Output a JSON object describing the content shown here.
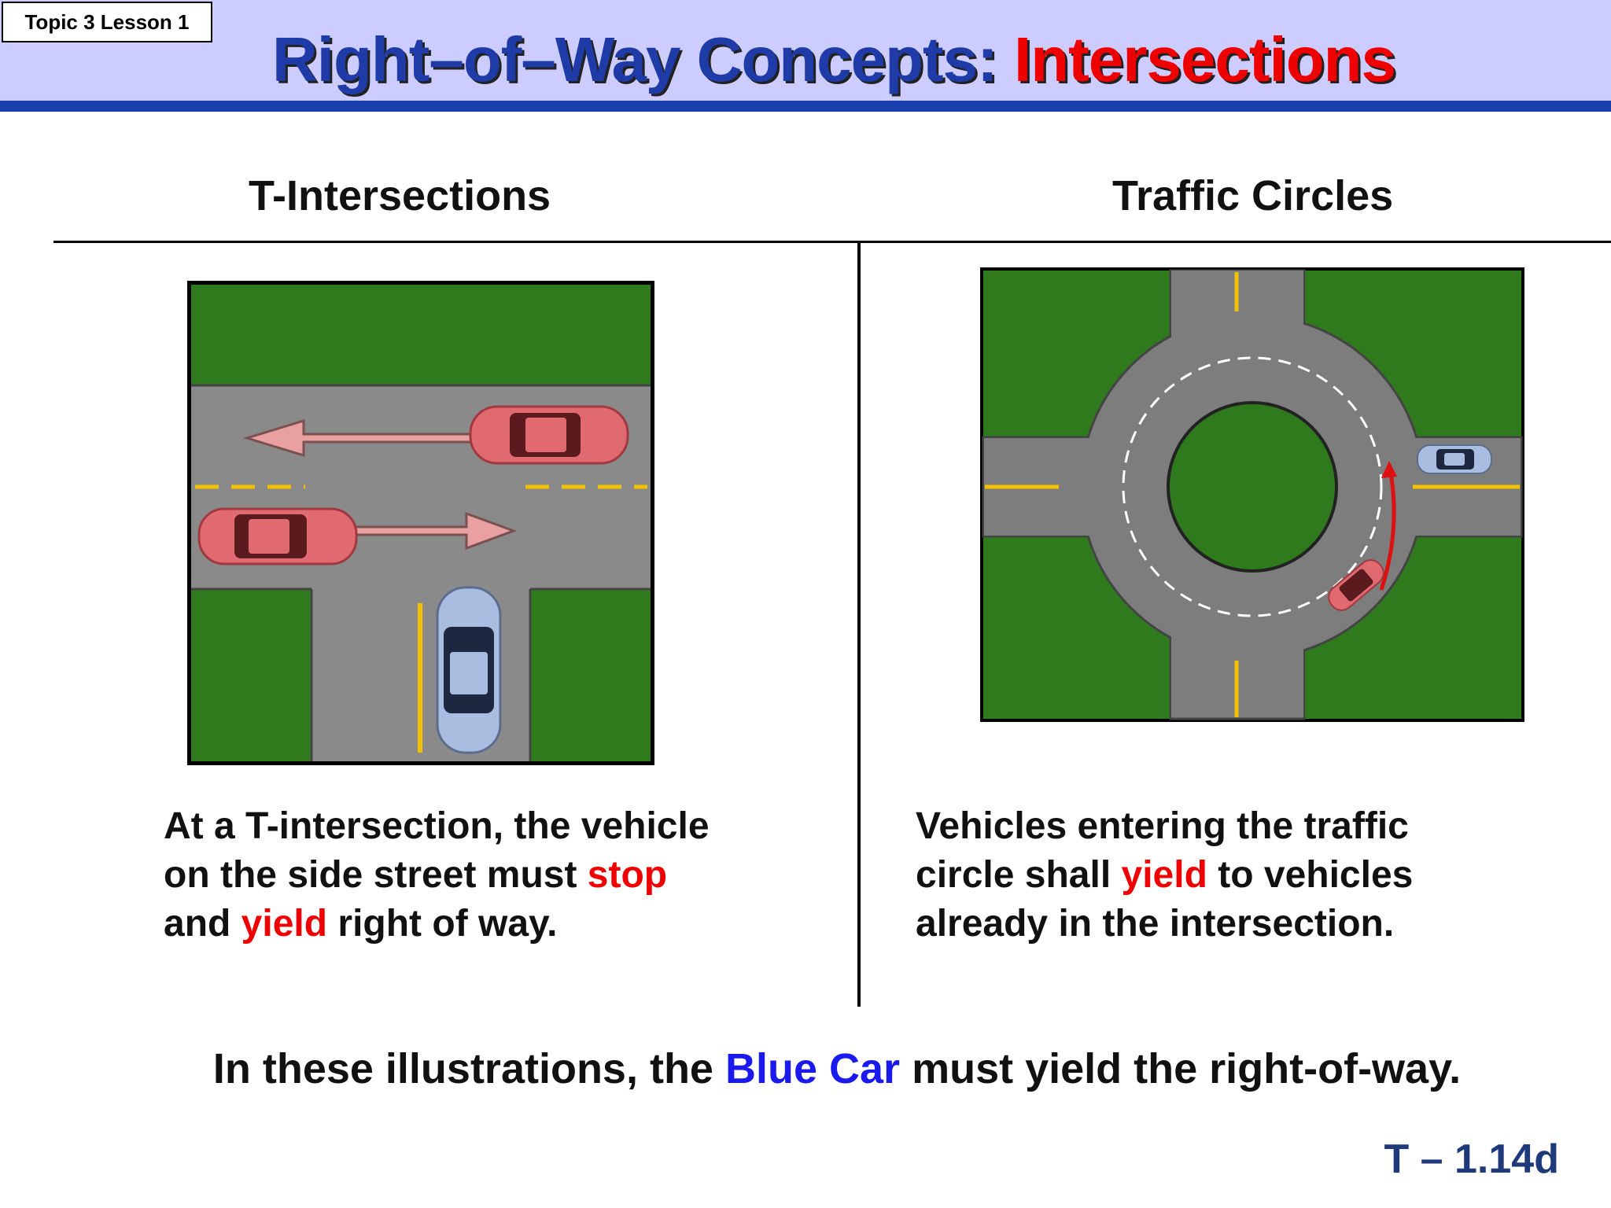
{
  "header": {
    "lesson_tag": "Topic 3 Lesson 1",
    "title_part1": "Right–of–Way Concepts: ",
    "title_part2": "Intersections"
  },
  "columns": {
    "left_heading": "T-Intersections",
    "right_heading": "Traffic Circles"
  },
  "left_text": {
    "line1": "At a T-intersection, the vehicle",
    "line2_a": "on the side street must ",
    "line2_red": "stop",
    "line3_a": "and ",
    "line3_red": "yield",
    "line3_b": " right of way."
  },
  "right_text": {
    "line1": "Vehicles entering the traffic",
    "line2_a": "circle shall ",
    "line2_red": "yield",
    "line2_b": " to vehicles",
    "line3": "already in the intersection."
  },
  "bottom": {
    "part1": "In these illustrations, the ",
    "blue": "Blue Car",
    "part2": " must yield the right-of-way."
  },
  "slide_number": "T – 1.14d",
  "colors": {
    "header_bg": "#ccccff",
    "header_rule": "#1a3fae",
    "title_blue": "#1f3ba8",
    "highlight_red": "#ee0000",
    "highlight_blue": "#1a1aee",
    "grass": "#2f7a1c",
    "road": "#8a8a8a",
    "lane_yellow": "#f2c200",
    "car_red": "#e06a70",
    "car_blue": "#a9bde0"
  }
}
